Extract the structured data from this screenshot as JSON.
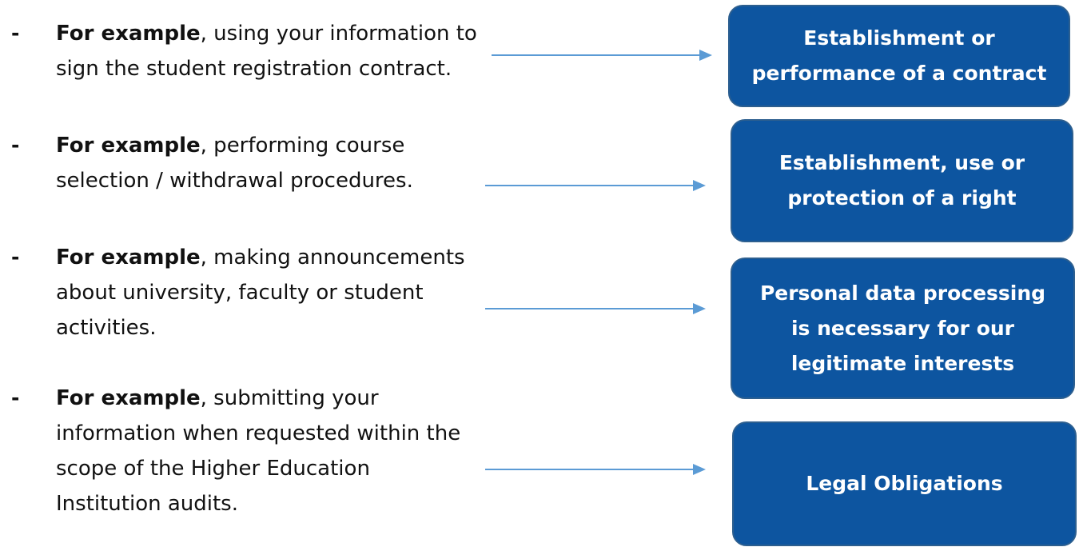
{
  "items": [
    {
      "bullet": "-",
      "lead": "For example",
      "lines": [
        ", using your information to",
        "sign the student registration contract."
      ],
      "box_lines": [
        "Establishment or",
        "performance of a contract"
      ]
    },
    {
      "bullet": "-",
      "lead": "For example",
      "lines": [
        ", performing course",
        "selection / withdrawal procedures."
      ],
      "box_lines": [
        "Establishment, use or",
        "protection of a right"
      ]
    },
    {
      "bullet": "-",
      "lead": "For example",
      "lines": [
        ", making announcements",
        "about university, faculty or student",
        "activities."
      ],
      "box_lines": [
        "Personal data processing",
        "is necessary for our",
        "legitimate interests"
      ]
    },
    {
      "bullet": "-",
      "lead": "For example",
      "lines": [
        ", submitting your",
        "information when requested within the",
        "scope of the Higher Education",
        "Institution audits."
      ],
      "box_lines": [
        "Legal Obligations"
      ]
    }
  ],
  "colors": {
    "box_fill": "#0d55a0",
    "box_border": "#2d5f8f",
    "arrow": "#5b9bd5"
  }
}
